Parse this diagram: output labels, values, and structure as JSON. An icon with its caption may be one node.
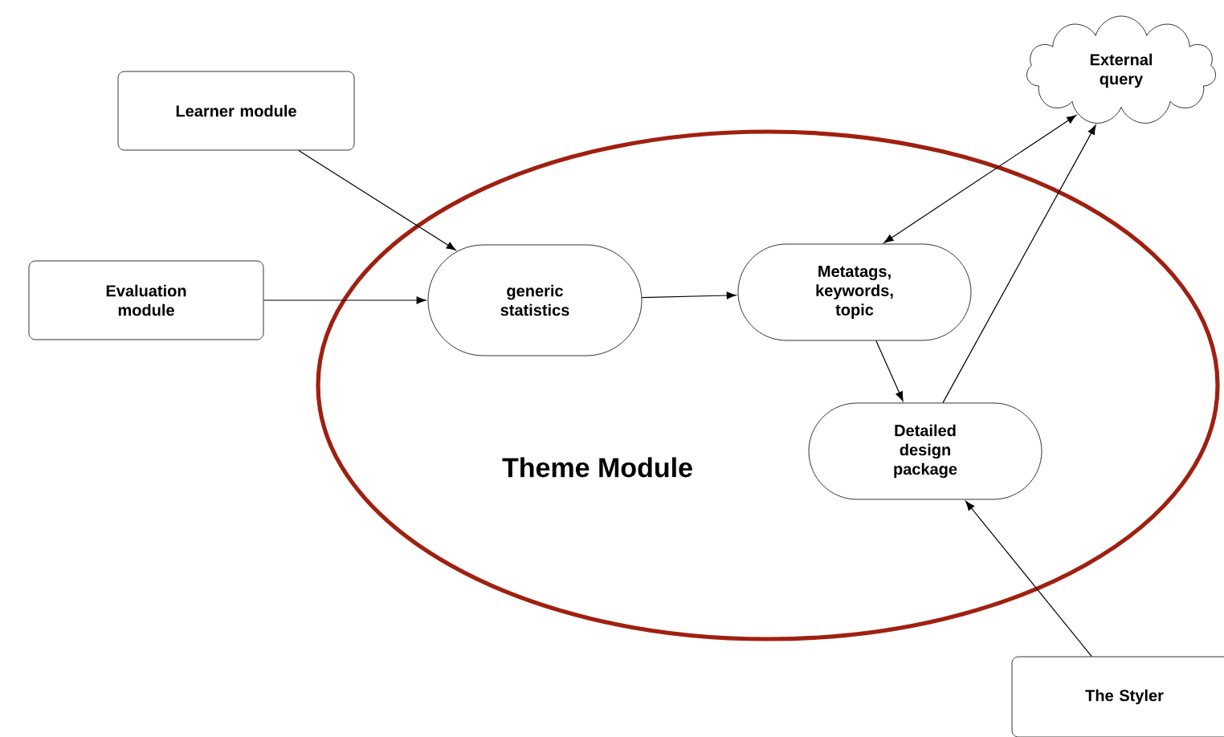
{
  "diagram": {
    "nodes": [
      {
        "text": [
          "Theme Module"
        ]
      },
      {
        "text": [
          "Learner module"
        ]
      },
      {
        "text": [
          "Evaluation module"
        ]
      },
      {
        "text": [
          "generic statistics"
        ],
        "in": 0
      },
      {
        "text": [
          "Metatags, keywords, topic"
        ],
        "in": 0
      },
      {
        "text": [
          "Detailed design package"
        ],
        "in": 0
      },
      {
        "text": [
          "External query"
        ]
      },
      {
        "text": [
          "The Styler"
        ]
      }
    ],
    "edges": [
      {
        "from": 1,
        "to": 3,
        "arrow": "to"
      },
      {
        "from": 2,
        "to": 3,
        "arrow": "to"
      },
      {
        "from": 3,
        "to": 4,
        "arrow": "to"
      },
      {
        "from": 4,
        "to": 6,
        "arrow": "both"
      },
      {
        "from": 4,
        "to": 5,
        "arrow": "to"
      },
      {
        "from": 5,
        "to": 6,
        "arrow": "to"
      },
      {
        "from": 7,
        "to": 5,
        "arrow": "to"
      }
    ]
  }
}
